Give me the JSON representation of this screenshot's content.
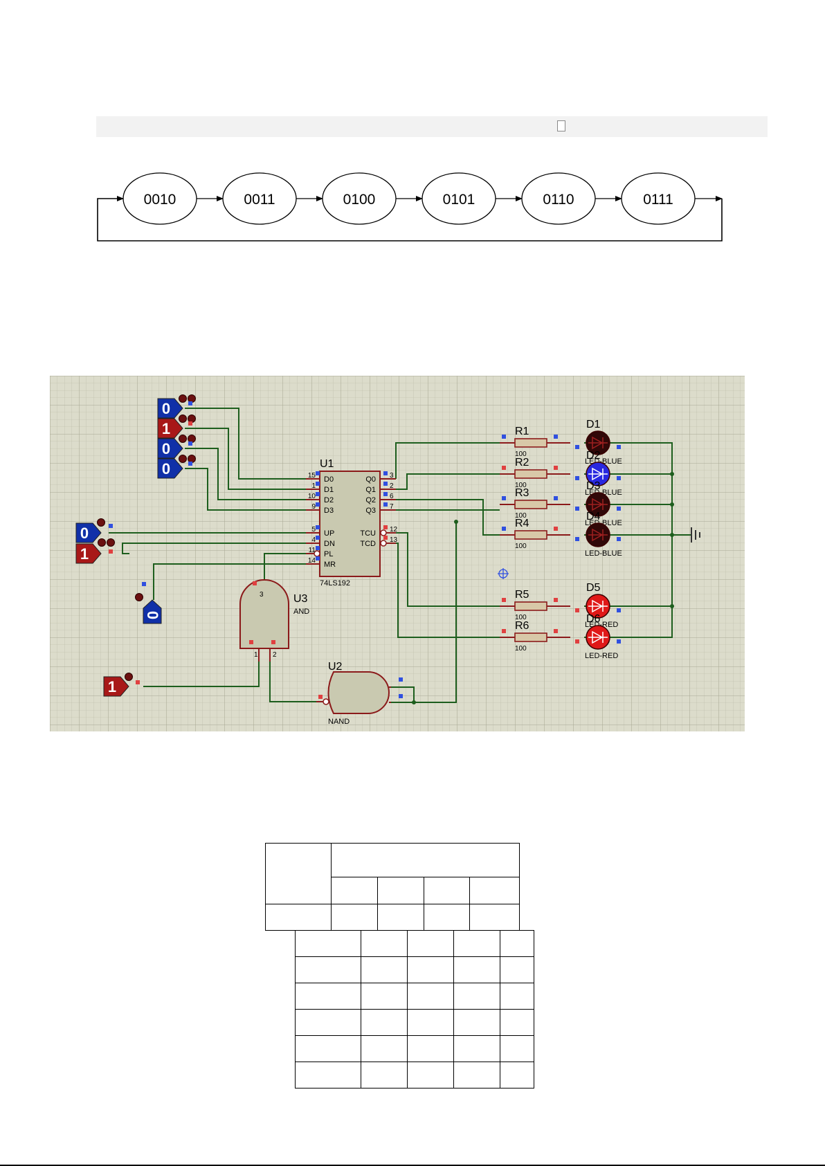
{
  "state_diagram": {
    "states": [
      "0010",
      "0011",
      "0100",
      "0101",
      "0110",
      "0111"
    ]
  },
  "schematic": {
    "counter": {
      "ref": "U1",
      "part": "74LS192",
      "left_pins": [
        {
          "num": "15",
          "name": "D0"
        },
        {
          "num": "1",
          "name": "D1"
        },
        {
          "num": "10",
          "name": "D2"
        },
        {
          "num": "9",
          "name": "D3"
        },
        {
          "num": "5",
          "name": "UP"
        },
        {
          "num": "4",
          "name": "DN"
        },
        {
          "num": "11",
          "name": "PL"
        },
        {
          "num": "14",
          "name": "MR"
        }
      ],
      "right_pins": [
        {
          "num": "3",
          "name": "Q0"
        },
        {
          "num": "2",
          "name": "Q1"
        },
        {
          "num": "6",
          "name": "Q2"
        },
        {
          "num": "7",
          "name": "Q3"
        },
        {
          "num": "12",
          "name": "TCU"
        },
        {
          "num": "13",
          "name": "TCD"
        }
      ]
    },
    "data_inputs": [
      "0",
      "1",
      "0",
      "0"
    ],
    "clock_inputs": [
      "0",
      "1"
    ],
    "mr_input": "0",
    "and_input": "1",
    "and_gate": {
      "ref": "U3",
      "type": "AND",
      "pin_out": "3",
      "pin_in1": "1",
      "pin_in2": "2"
    },
    "nand_gate": {
      "ref": "U2",
      "type": "NAND"
    },
    "resistors": [
      {
        "ref": "R1",
        "value": "100"
      },
      {
        "ref": "R2",
        "value": "100"
      },
      {
        "ref": "R3",
        "value": "100"
      },
      {
        "ref": "R4",
        "value": "100"
      },
      {
        "ref": "R5",
        "value": "100"
      },
      {
        "ref": "R6",
        "value": "100"
      }
    ],
    "leds": [
      {
        "ref": "D1",
        "type": "LED-BLUE",
        "lit": false
      },
      {
        "ref": "D2",
        "type": "LED-BLUE",
        "lit": true
      },
      {
        "ref": "D3",
        "type": "LED-BLUE",
        "lit": false
      },
      {
        "ref": "D4",
        "type": "LED-BLUE",
        "lit": false
      },
      {
        "ref": "D5",
        "type": "LED-RED",
        "lit": true
      },
      {
        "ref": "D6",
        "type": "LED-RED",
        "lit": true
      }
    ],
    "colors": {
      "grid_bg": "#dcdccb",
      "wire": "#1d5e1d",
      "chip_fill": "#c9c9b0",
      "chip_border": "#8b1a1a",
      "logic_high": "#a81818",
      "logic_low": "#1030a8",
      "led_blue_lit": "#2828e0",
      "led_red": "#e01818",
      "led_off": "#300808"
    }
  },
  "tables": {
    "table1": {
      "rows": 3,
      "cols": 5
    },
    "table2": {
      "rows": 6,
      "cols": 5
    }
  }
}
